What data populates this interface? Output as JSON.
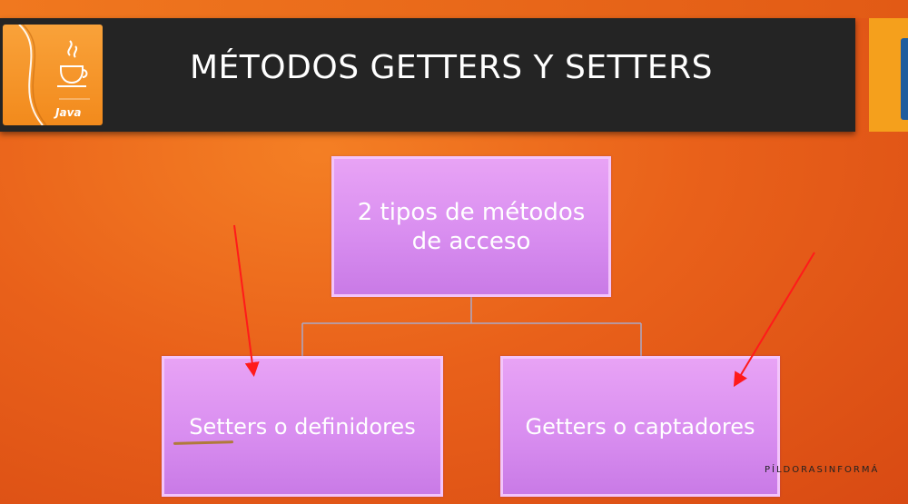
{
  "slide": {
    "title": "MÉTODOS GETTERS Y SETTERS",
    "logo_text": "Java",
    "logo_icon": "java-coffee-cup-icon"
  },
  "diagram": {
    "root": "2 tipos de métodos de acceso",
    "children": [
      "Setters o definidores",
      "Getters o captadores"
    ]
  },
  "colors": {
    "background": "#e9611a",
    "title_bar": "#242424",
    "box_fill": "#d98ef0",
    "box_border": "#f3c4fb",
    "annotation_arrow": "#ff1a1a"
  },
  "watermark": "PÍLDORASINFORMÁ"
}
